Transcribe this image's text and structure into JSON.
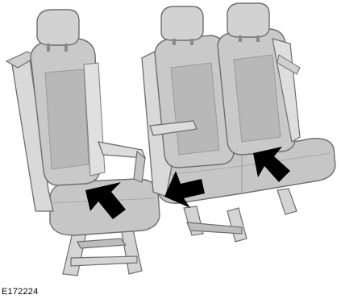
{
  "figure": {
    "id_label": "E172224",
    "items": [
      {
        "name": "single-seat",
        "arrow": "arrow-single-seat-cushion"
      },
      {
        "name": "double-seat-left",
        "arrow": "arrow-double-seat-left-cushion"
      },
      {
        "name": "double-seat-right",
        "arrow": "arrow-double-seat-right-cushion"
      }
    ]
  },
  "colors": {
    "background": "#ffffff",
    "seat_fill": "#c9c9c9",
    "seat_shade": "#b4b4b4",
    "seat_light": "#e3e3e3",
    "seat_outline": "#6e6e6e",
    "arrow": "#000000"
  }
}
